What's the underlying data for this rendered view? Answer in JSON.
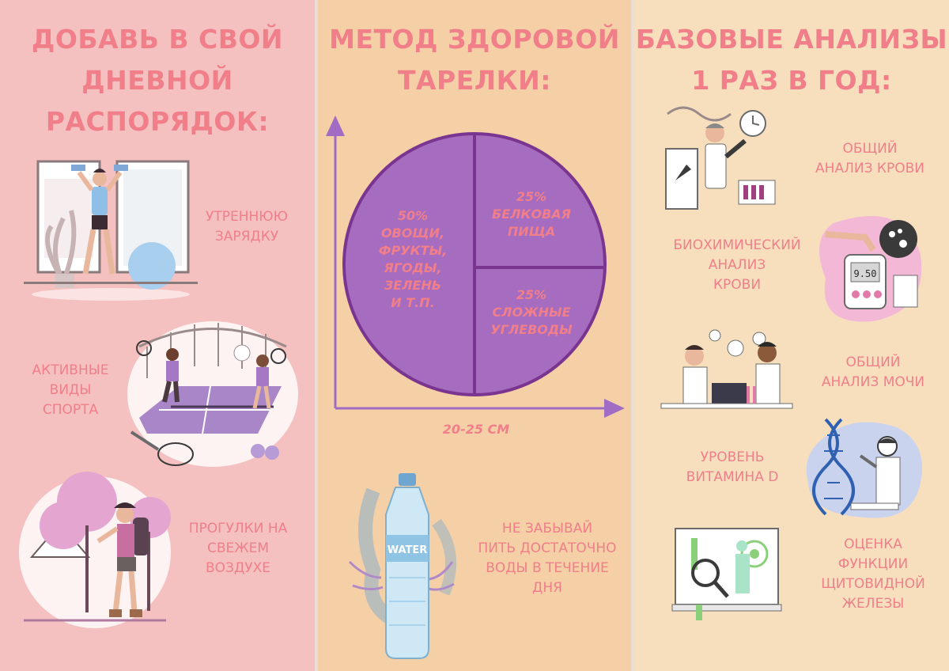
{
  "left": {
    "title": [
      "ДОБАВЬ В СВОЙ",
      "ДНЕВНОЙ",
      "РАСПОРЯДОК:"
    ],
    "items": [
      {
        "lines": [
          "УТРЕННЮЮ",
          "ЗАРЯДКУ"
        ]
      },
      {
        "lines": [
          "АКТИВНЫЕ",
          "ВИДЫ",
          "СПОРТА"
        ]
      },
      {
        "lines": [
          "ПРОГУЛКИ НА",
          "СВЕЖЕМ",
          "ВОЗДУХЕ"
        ]
      }
    ]
  },
  "middle": {
    "title": [
      "МЕТОД ЗДОРОВОЙ",
      "ТАРЕЛКИ:"
    ],
    "plate": {
      "left": [
        "50%",
        "ОВОЩИ,",
        "ФРУКТЫ,",
        "ЯГОДЫ,",
        "ЗЕЛЕНЬ",
        "И Т.П."
      ],
      "top_right": [
        "25%",
        "БЕЛКОВАЯ",
        "ПИЩА"
      ],
      "bottom_right": [
        "25%",
        "СЛОЖНЫЕ",
        "УГЛЕВОДЫ"
      ],
      "size_label": "20-25 СМ"
    },
    "water": {
      "bottle_text": "WATER",
      "lines": [
        "НЕ ЗАБЫВАЙ",
        "ПИТЬ ДОСТАТОЧНО",
        "ВОДЫ В ТЕЧЕНИЕ",
        "ДНЯ"
      ]
    }
  },
  "right": {
    "title": [
      "БАЗОВЫЕ АНАЛИЗЫ",
      "1 РАЗ В ГОД:"
    ],
    "items": [
      {
        "lines": [
          "ОБЩИЙ",
          "АНАЛИЗ КРОВИ"
        ]
      },
      {
        "lines": [
          "БИОХИМИЧЕСКИЙ",
          "АНАЛИЗ",
          "КРОВИ"
        ]
      },
      {
        "lines": [
          "ОБЩИЙ",
          "АНАЛИЗ  МОЧИ"
        ]
      },
      {
        "lines": [
          "УРОВЕНЬ",
          "ВИТАМИНА D"
        ]
      },
      {
        "lines": [
          "ОЦЕНКА",
          "ФУНКЦИИ",
          "ЩИТОВИДНОЙ",
          "ЖЕЛЕЗЫ"
        ]
      }
    ],
    "meter_reading": "9.50"
  },
  "colors": {
    "accent_text": "#f07f8a",
    "left_bg": "#f4c0c0",
    "mid_bg": "#f5cfa6",
    "right_bg": "#f7dfbe",
    "plate_fill": "#a66cc0",
    "plate_stroke": "#7a3590"
  }
}
